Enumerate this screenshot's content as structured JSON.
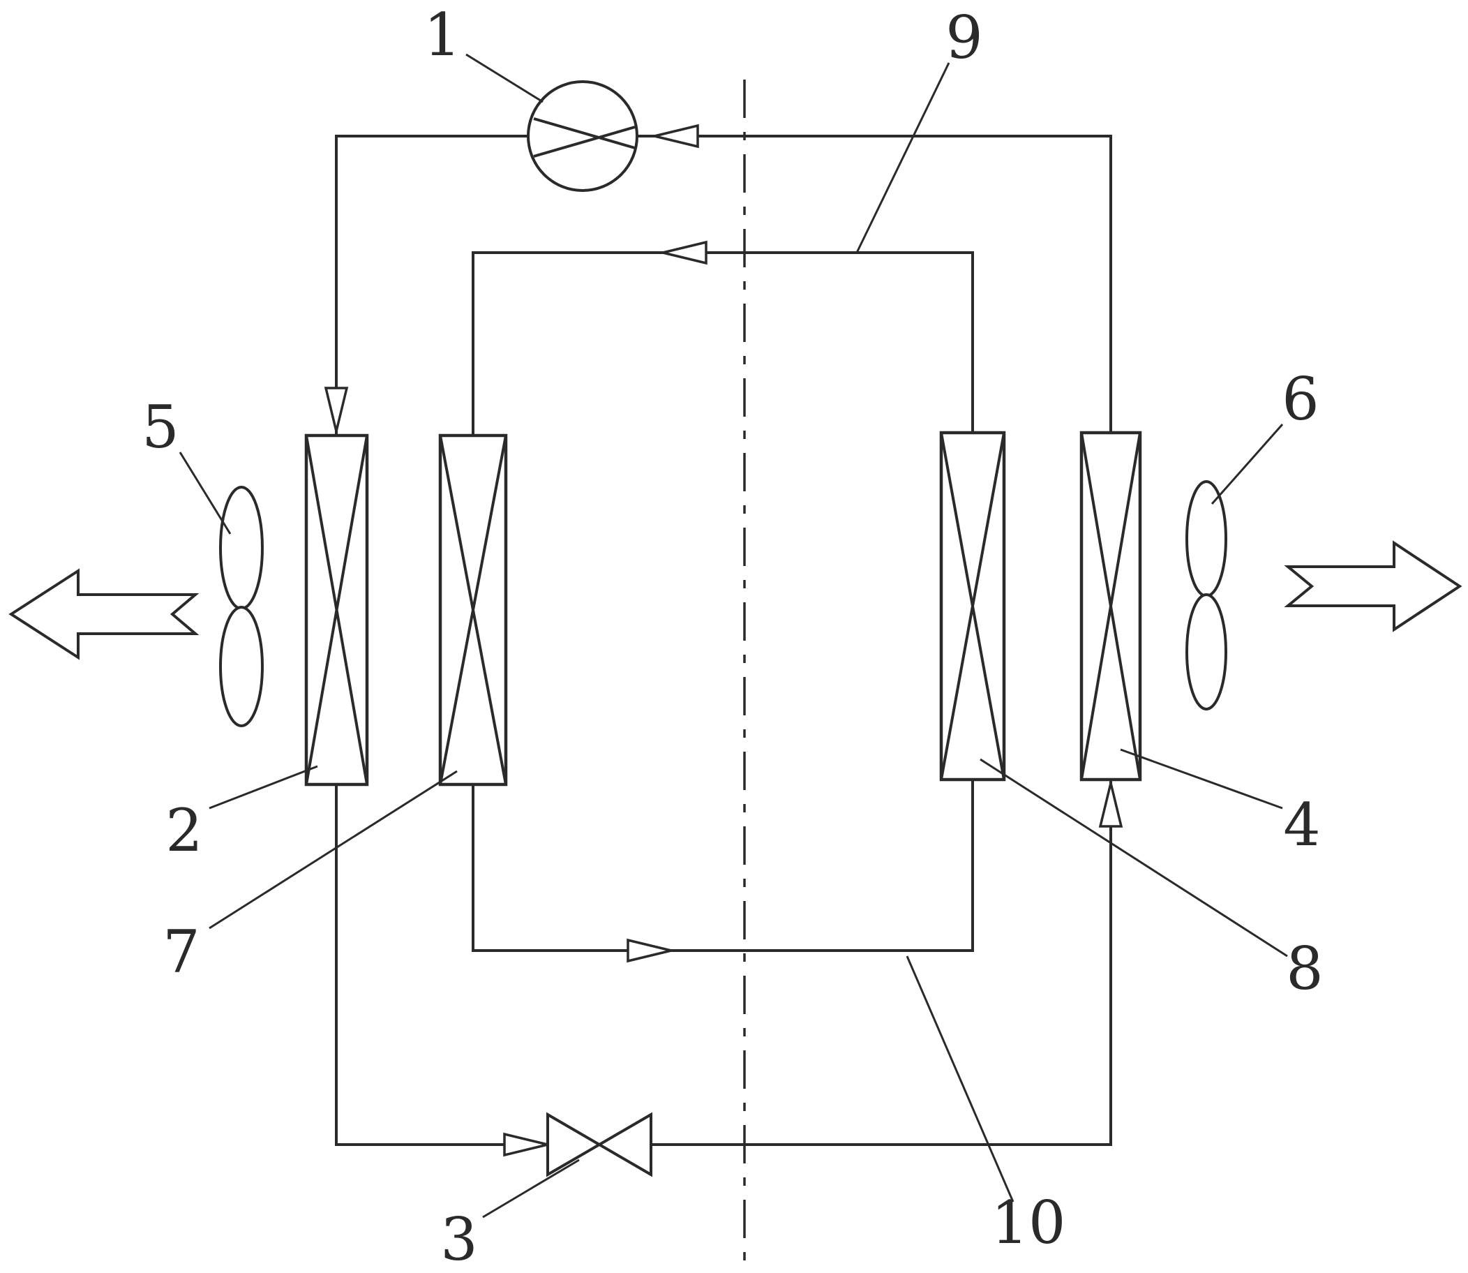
{
  "colors": {
    "line": "#2a2a2a",
    "background": "#ffffff"
  },
  "labels": {
    "compressor": "1",
    "hx_outer_left": "2",
    "expansion_valve": "3",
    "hx_outer_right": "4",
    "fan_left": "5",
    "fan_right": "6",
    "hx_inner_left": "7",
    "hx_inner_right": "8",
    "pipe_top_inner": "9",
    "pipe_bottom_inner": "10"
  }
}
